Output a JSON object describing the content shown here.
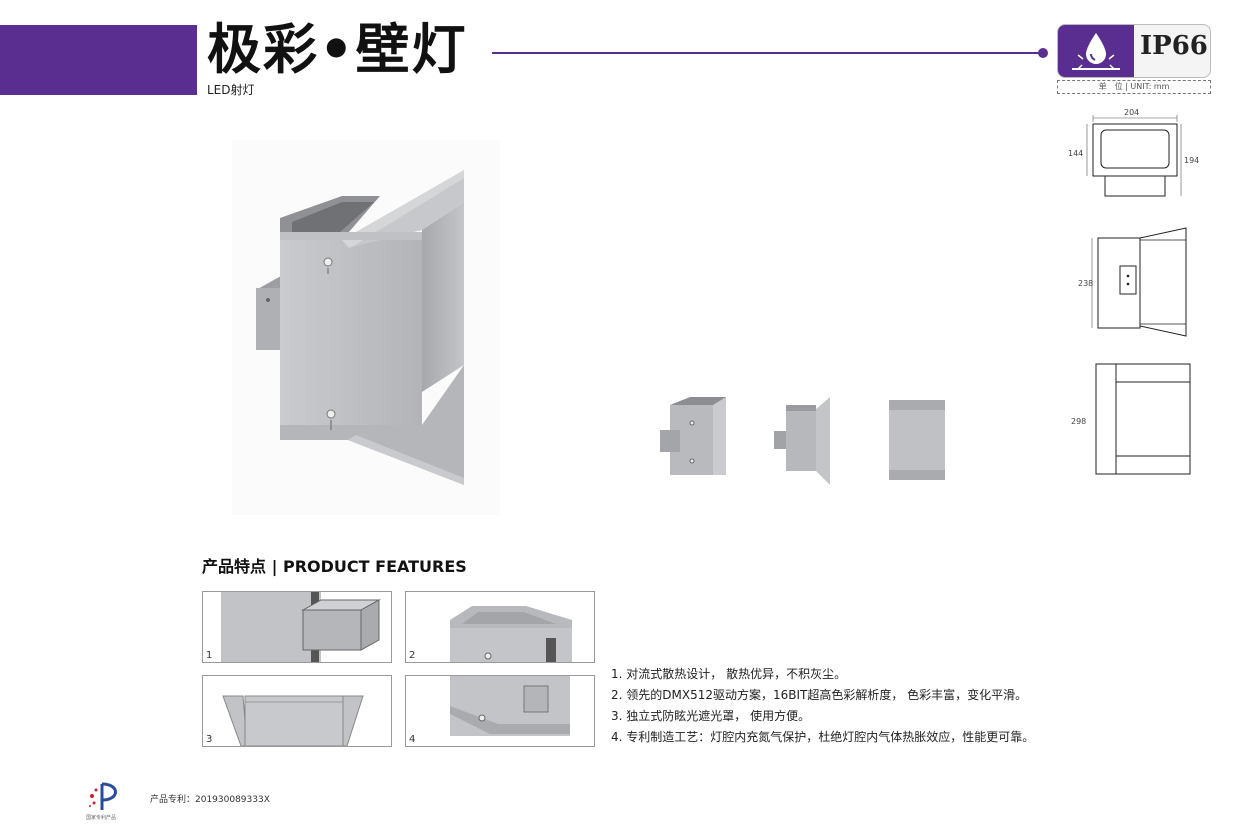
{
  "header": {
    "title": "极彩•壁灯",
    "subtitle": "LED射灯",
    "ip_rating": "IP66",
    "unit_label": "单　位 | UNIT: mm"
  },
  "dimensions": {
    "top_width": "204",
    "top_depth": "144",
    "top_overall": "194",
    "side_height": "238",
    "front_height": "298"
  },
  "features": {
    "heading": "产品特点 | PRODUCT FEATURES",
    "thumbnails": [
      "1",
      "2",
      "3",
      "4"
    ],
    "list": [
      "1. 对流式散热设计， 散热优异，不积灰尘。",
      "2. 领先的DMX512驱动方案，16BIT超高色彩解析度， 色彩丰富，变化平滑。",
      "3. 独立式防眩光遮光罩， 使用方便。",
      "4. 专利制造工艺：灯腔内充氮气保护，杜绝灯腔内气体热胀效应，性能更可靠。"
    ]
  },
  "footer": {
    "patent": "产品专利：201930089333X",
    "logo_caption": "国家专利产品"
  },
  "colors": {
    "brand_purple": "#5a2d91",
    "product_gray": "#b9bbbe"
  }
}
